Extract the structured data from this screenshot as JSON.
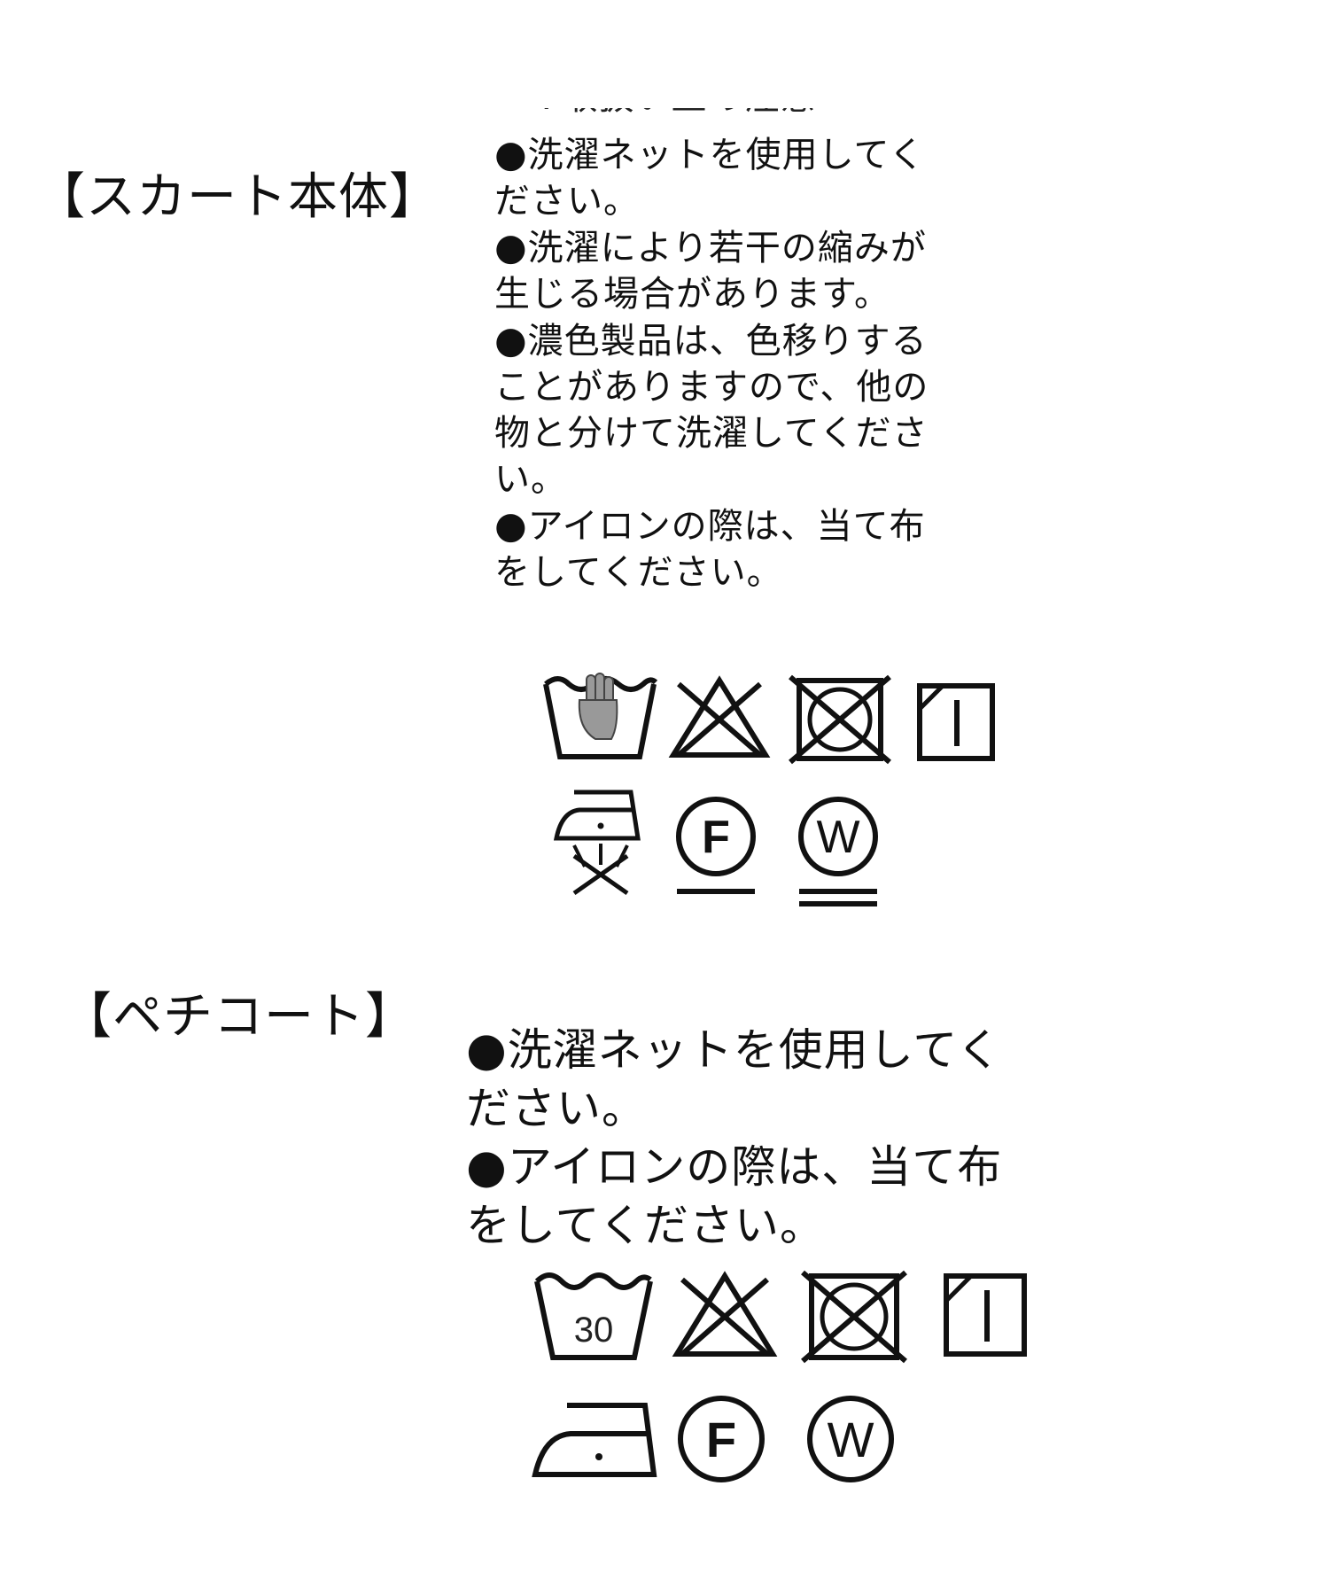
{
  "sections": {
    "skirt": {
      "heading": "【スカート本体】",
      "cut_text": "※取扱い上の注意",
      "notes": [
        "洗濯ネットを使用してく\nださい。",
        "洗濯により若干の縮みが\n生じる場合があります。",
        "濃色製品は、色移りする\nことがありますので、他の\n物と分けて洗濯してくださ\nい。",
        "アイロンの際は、当て布\nをしてください。"
      ],
      "symbols": [
        "hand-wash-icon",
        "no-bleach-icon",
        "no-tumble-dry-icon",
        "line-dry-shade-icon",
        "iron-low-no-steam-icon",
        "dry-clean-f-gentle-icon",
        "wet-clean-w-very-gentle-icon"
      ]
    },
    "petticoat": {
      "heading": "【ペチコート】",
      "notes": [
        "洗濯ネットを使用してく\nださい。",
        "アイロンの際は、当て布\nをしてください。"
      ],
      "wash_temperature": "30",
      "symbols": [
        "wash-30-icon",
        "no-bleach-icon",
        "no-tumble-dry-icon",
        "line-dry-shade-icon",
        "iron-low-icon",
        "dry-clean-f-icon",
        "wet-clean-w-icon"
      ]
    }
  },
  "symbol_letters": {
    "dry_clean": "F",
    "wet_clean": "W"
  },
  "bullet": "●",
  "colors": {
    "ink": "#111111",
    "background": "#ffffff"
  }
}
